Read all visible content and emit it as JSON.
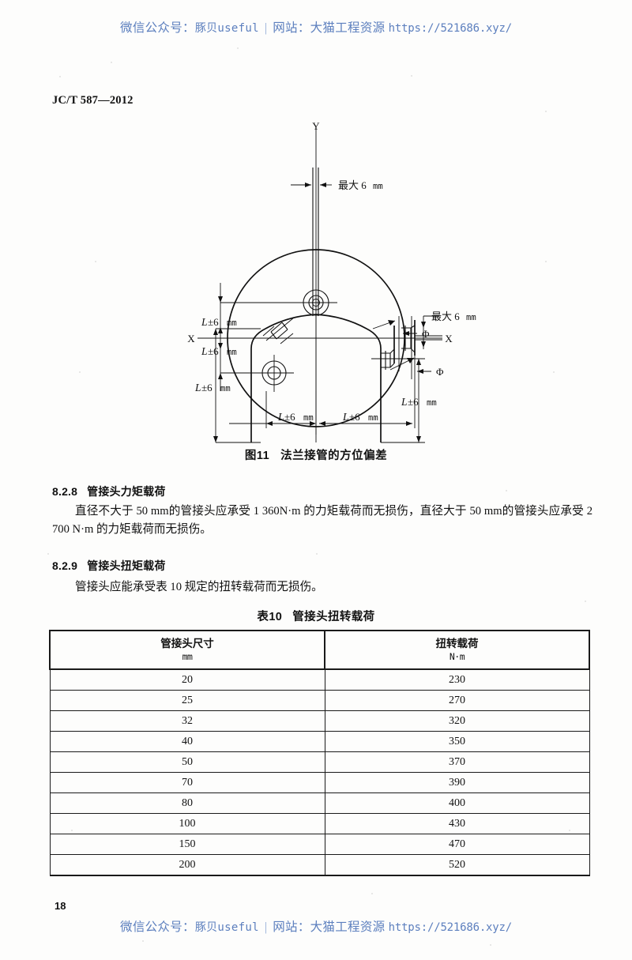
{
  "watermark": {
    "prefix": "微信公众号：",
    "account": "豚贝useful",
    "separator": "|",
    "site_label": "网站：",
    "site_name": "大猫工程资源",
    "url": "https://521686.xyz/"
  },
  "header": {
    "standard_number": "JC/T 587—2012"
  },
  "figure": {
    "caption_number": "图11",
    "caption_text": "法兰接管的方位偏差",
    "labels": {
      "axis_y": "Y",
      "axis_x_left": "X",
      "axis_x_right": "X",
      "max_top": "最大 6 mm",
      "max_right": "最大 6 mm",
      "l_tol": "L±6 mm",
      "phi": "Φ"
    }
  },
  "clauses": [
    {
      "id": "8.2.8",
      "number": "8.2.8",
      "title": "管接头力矩载荷",
      "paragraph_prefix": "直径不大于 50 ",
      "paragraph_unit1": "mm",
      "paragraph_mid1": "的管接头应承受 1 360N·m 的力矩载荷而无损伤，直径大于 50 ",
      "paragraph_unit2": "mm",
      "paragraph_mid2": "的管接头应承受 2 700 N·m 的力矩载荷而无损伤。",
      "paragraph_full": "直径不大于 50 mm的管接头应承受 1 360N·m 的力矩载荷而无损伤，直径大于 50 mm的管接头应承受 2 700 N·m 的力矩载荷而无损伤。"
    },
    {
      "id": "8.2.9",
      "number": "8.2.9",
      "title": "管接头扭矩载荷",
      "paragraph_full": "管接头应能承受表 10 规定的扭转载荷而无损伤。"
    }
  ],
  "table": {
    "title_number": "表10",
    "title_text": "管接头扭转载荷",
    "headers": [
      {
        "main": "管接头尺寸",
        "unit": "mm"
      },
      {
        "main": "扭转载荷",
        "unit": "N·m"
      }
    ],
    "rows": [
      {
        "size": "20",
        "torque": "230"
      },
      {
        "size": "25",
        "torque": "270"
      },
      {
        "size": "32",
        "torque": "320"
      },
      {
        "size": "40",
        "torque": "350"
      },
      {
        "size": "50",
        "torque": "370"
      },
      {
        "size": "70",
        "torque": "390"
      },
      {
        "size": "80",
        "torque": "400"
      },
      {
        "size": "100",
        "torque": "430"
      },
      {
        "size": "150",
        "torque": "470"
      },
      {
        "size": "200",
        "torque": "520"
      }
    ]
  },
  "footer": {
    "page_number": "18"
  }
}
